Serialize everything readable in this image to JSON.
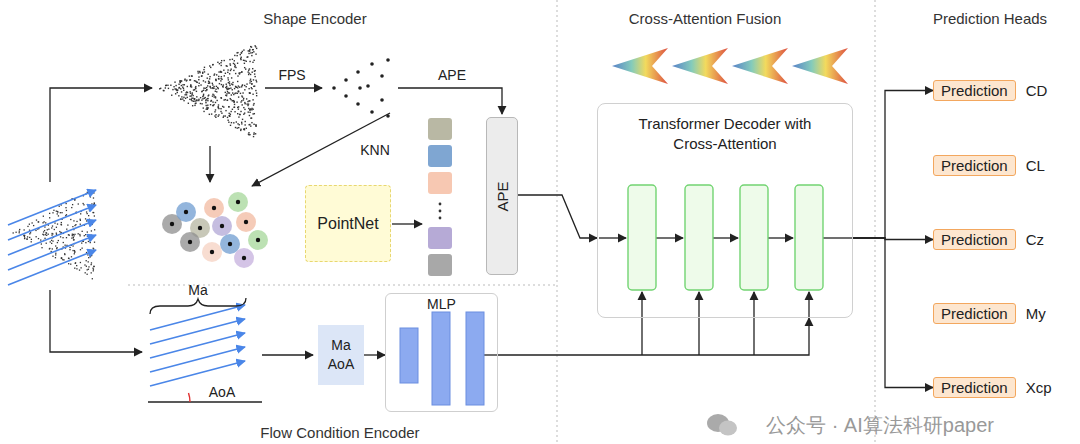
{
  "diagram": {
    "nodes": [
      {
        "text": [
          "PointNet"
        ]
      },
      {
        "text": [
          "APE"
        ]
      },
      {
        "text": [
          "Ma AoA"
        ]
      },
      {
        "text": [
          "MLP"
        ]
      },
      {
        "text": [
          "Transformer Decoder with Cross-Attention"
        ]
      },
      {
        "text": [
          "Prediction",
          "CD"
        ]
      },
      {
        "text": [
          "Prediction",
          "CL"
        ]
      },
      {
        "text": [
          "Prediction",
          "Cz"
        ]
      },
      {
        "text": [
          "Prediction",
          "My"
        ]
      },
      {
        "text": [
          "Prediction",
          "Xcp"
        ]
      }
    ],
    "edges": [
      {
        "from": 1,
        "to": 4,
        "arrow": "to"
      },
      {
        "from": 2,
        "to": 3,
        "arrow": "to"
      },
      {
        "from": 3,
        "to": 4,
        "arrow": "to"
      },
      {
        "from": 4,
        "to": 5,
        "arrow": "to"
      },
      {
        "from": 4,
        "to": 7,
        "arrow": "to"
      },
      {
        "from": 4,
        "to": 9,
        "arrow": "to"
      }
    ],
    "labels": [
      "Shape Encoder",
      "Cross-Attention Fusion",
      "Prediction Heads",
      "FPS",
      "APE",
      "KNN",
      "Ma",
      "AoA",
      "Flow Condition Encoder",
      "公众号 · AI算法科研paper"
    ]
  }
}
